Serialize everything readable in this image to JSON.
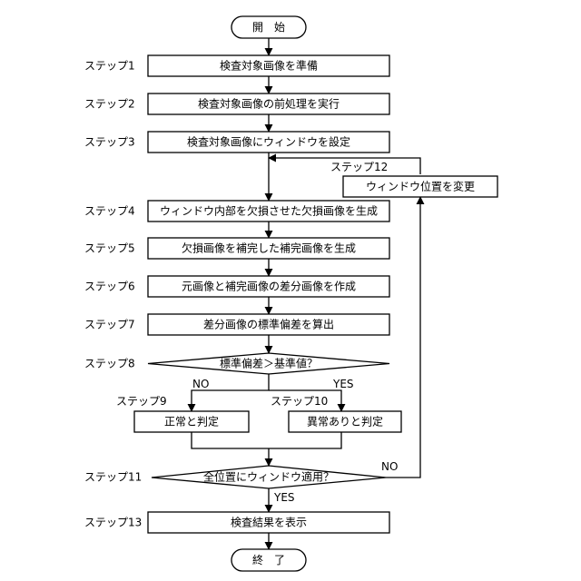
{
  "nodes": {
    "start": "開　始",
    "s1": "検査対象画像を準備",
    "s2": "検査対象画像の前処理を実行",
    "s3": "検査対象画像にウィンドウを設定",
    "s12": "ウィンドウ位置を変更",
    "s4": "ウィンドウ内部を欠損させた欠損画像を生成",
    "s5": "欠損画像を補完した補完画像を生成",
    "s6": "元画像と補完画像の差分画像を作成",
    "s7": "差分画像の標準偏差を算出",
    "d8": "標準偏差＞基準値？",
    "s9": "正常と判定",
    "s10": "異常ありと判定",
    "d11": "全位置にウィンドウ適用？",
    "s13": "検査結果を表示",
    "end": "終　了"
  },
  "step_labels": {
    "l1": "ステップ1",
    "l2": "ステップ2",
    "l3": "ステップ3",
    "l4": "ステップ4",
    "l5": "ステップ5",
    "l6": "ステップ6",
    "l7": "ステップ7",
    "l8": "ステップ8",
    "l9": "ステップ9",
    "l10": "ステップ10",
    "l11": "ステップ11",
    "l12": "ステップ12",
    "l13": "ステップ13"
  },
  "edge_labels": {
    "no_8": "NO",
    "yes_8": "YES",
    "no_11": "NO",
    "yes_11": "YES"
  },
  "colors": {
    "line": "#000000",
    "background": "#ffffff"
  }
}
